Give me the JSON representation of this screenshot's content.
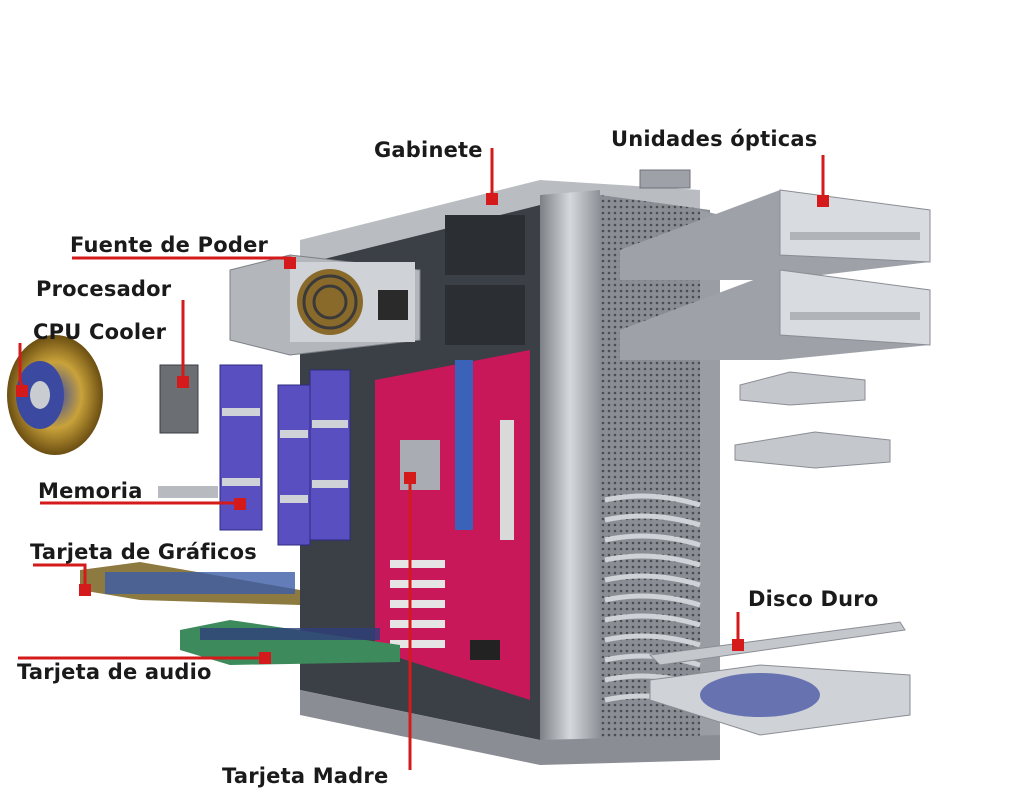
{
  "labels": {
    "gabinete": "Gabinete",
    "unidades_opticas": "Unidades ópticas",
    "fuente_de_poder": "Fuente de Poder",
    "procesador": "Procesador",
    "cpu_cooler": "CPU Cooler",
    "memoria": "Memoria",
    "tarjeta_graficos": "Tarjeta de Gráficos",
    "disco_duro": "Disco Duro",
    "tarjeta_audio": "Tarjeta de audio",
    "tarjeta_madre": "Tarjeta Madre"
  },
  "colors": {
    "leader_line": "#d41a1a",
    "case_metal": "#a9adb3",
    "motherboard": "#c8185a",
    "ram": "#5a4fc0",
    "drive_bay": "#9ea2a8"
  }
}
